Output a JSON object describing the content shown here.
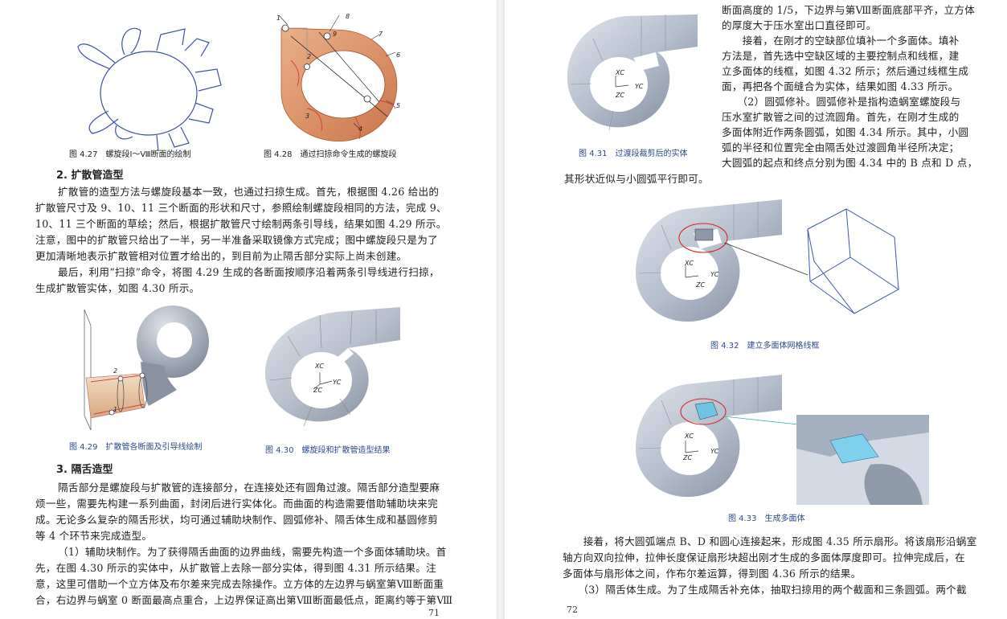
{
  "page71": {
    "figures": {
      "fig427": "图 4.27　螺旋段Ⅰ～Ⅷ断面的绘制",
      "fig428": "图 4.28　通过扫掠命令生成的螺旋段",
      "fig429": "图 4.29　扩散管各断面及引导线绘制",
      "fig430": "图 4.30　螺旋段和扩散管造型结果"
    },
    "section2_title": "2. 扩散管造型",
    "para1": [
      "扩散管的造型方法与螺旋段基本一致，也通过扫掠生成。首先，根据图 4.26 给出的",
      "扩散管尺寸及 9、10、11 三个断面的形状和尺寸，参照绘制螺旋段相同的方法，完成 9、",
      "10、11 三个断面的草绘；然后，根据扩散管尺寸绘制两条引导线，结果如图 4.29 所示。",
      "注意，图中的扩散管只给出了一半，另一半准备采取镜像方式完成；图中螺旋段只是为了",
      "更加清晰地表示扩散管相对位置才给出的，到目前为止隔舌部分实际上尚未创建。"
    ],
    "para2": [
      "最后，利用“扫掠”命令，将图 4.29 生成的各断面按顺序沿着两条引导线进行扫掠，",
      "生成扩散管实体，如图 4.30 所示。"
    ],
    "section3_title": "3. 隔舌造型",
    "para3": [
      "隔舌部分是螺旋段与扩散管的连接部分，在连接处还有圆角过渡。隔舌部分造型要麻",
      "烦一些，需要先构建一系列曲面，封闭后进行实体化。而曲面的构造需要借助辅助块来完",
      "成。无论多么复杂的隔舌形状，均可通过辅助块制作、圆弧修补、隔舌体生成和基圆修剪",
      "等 4 个环节来完成造型。"
    ],
    "para4": [
      "（1）辅助块制作。为了获得隔舌曲面的边界曲线，需要先构造一个多面体辅助块。首",
      "先，在图 4.30 所示的实体中，从扩散管上去除一部分实体，得到图 4.31 所示结果。注",
      "意，这里可借助一个立方体及布尔差来完成去除操作。立方体的左边界与蜗室第Ⅷ断面重",
      "合，右边界与蜗室 0 断面最高点重合，上边界保证高出第Ⅷ断面最低点，距离约等于第Ⅷ"
    ],
    "page_number": "71",
    "labels": {
      "n1": "1",
      "n2": "2",
      "n3": "3",
      "n4": "4",
      "n5": "5",
      "n6": "6",
      "n7": "7",
      "n8": "8",
      "n9": "9",
      "x1": "1",
      "x2": "2",
      "xc": "XC",
      "yc": "YC",
      "zc": "ZC"
    }
  },
  "page72": {
    "right_col": [
      "断面高度的 1/5，下边界与第Ⅷ断面底部平齐，立方体",
      "的厚度大于压水室出口直径即可。",
      "　　接着，在刚才的空缺部位填补一个多面体。填补",
      "方法是，首先选中空缺区域的主要控制点和线框，建",
      "立多面体的线框，如图 4.32 所示；然后通过线框生成",
      "面，再把各个面缝合为实体，结果如图 4.33 所示。",
      "　　（2）圆弧修补。圆弧修补是指构造蜗室螺旋段与",
      "压水室扩散管之间的过流圆角。首先，在刚才生成的",
      "多面体附近作两条圆弧，如图 4.34 所示。其中，小圆",
      "弧的半径和位置完全由隔舌处过渡圆角半径所决定；",
      "大圆弧的起点和终点分别为图 4.34 中的 B 点和 D 点，"
    ],
    "full_line": "其形状近似与小圆弧平行即可。",
    "figures": {
      "fig431": "图 4.31　过渡段裁剪后的实体",
      "fig432": "图 4.32　建立多面体网格线框",
      "fig433": "图 4.33　生成多面体"
    },
    "bottom": [
      "　　接着，将大圆弧端点 B、D 和圆心连接起来，形成图 4.35 所示扇形。将该扇形沿蜗室",
      "轴方向双向拉伸，拉伸长度保证扇形块超出刚才生成的多面体厚度即可。拉伸完成后，在",
      "多面体与扇形体之间，作布尔差运算，得到图 4.36 所示的结果。",
      "　　（3）隔舌体生成。为了生成隔舌补充体，抽取扫掠用的两个截面和三条圆弧。两个截"
    ],
    "page_number": "72",
    "labels": {
      "xc": "XC",
      "yc": "YC",
      "zc": "ZC"
    }
  }
}
